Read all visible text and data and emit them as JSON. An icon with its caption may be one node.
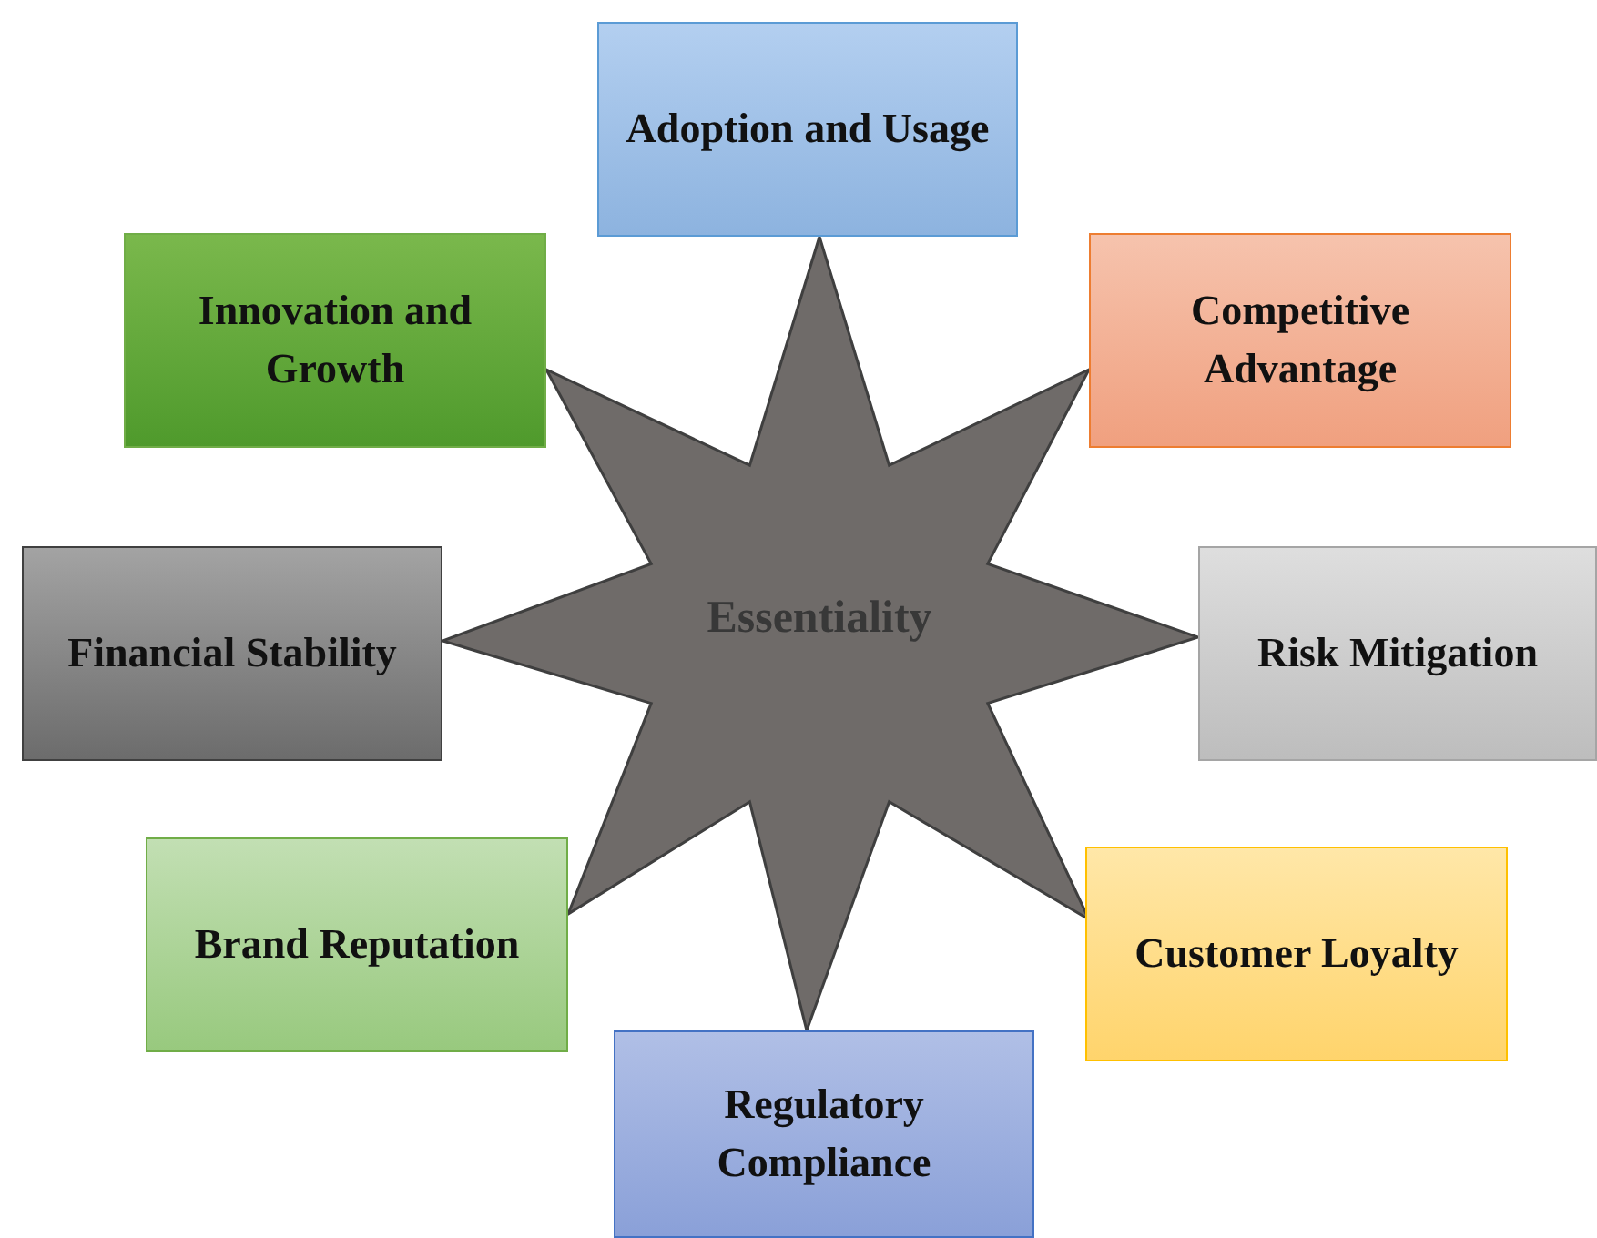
{
  "diagram": {
    "nodes": [
      {
        "text": [
          "Essentiality"
        ]
      },
      {
        "text": [
          "Adoption and Usage"
        ]
      },
      {
        "text": [
          "Competitive Advantage"
        ]
      },
      {
        "text": [
          "Risk Mitigation"
        ]
      },
      {
        "text": [
          "Customer Loyalty"
        ]
      },
      {
        "text": [
          "Regulatory Compliance"
        ]
      },
      {
        "text": [
          "Brand Reputation"
        ]
      },
      {
        "text": [
          "Financial Stability"
        ]
      },
      {
        "text": [
          "Innovation and Growth"
        ]
      }
    ],
    "edges": []
  }
}
